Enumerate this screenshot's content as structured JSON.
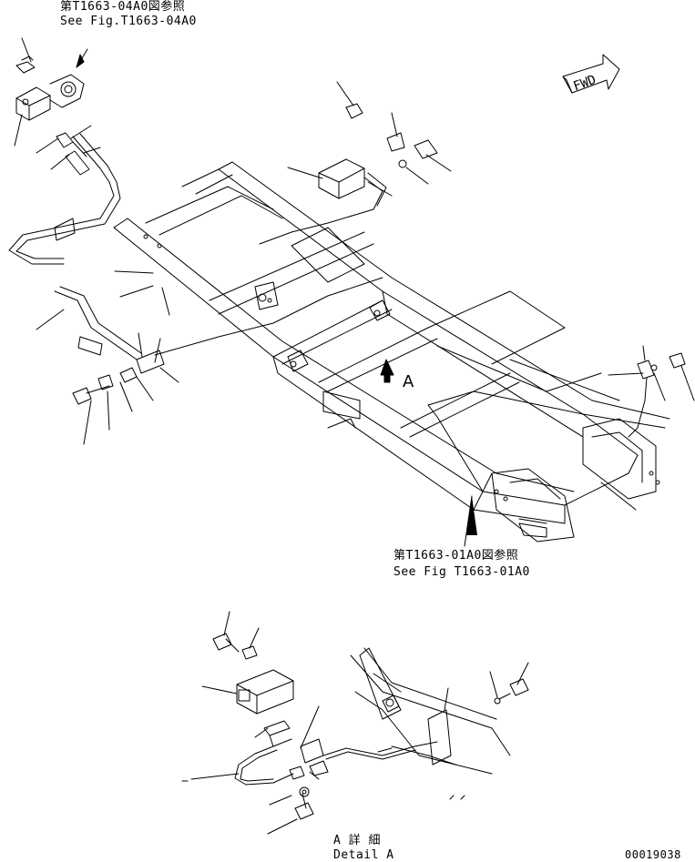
{
  "references": {
    "top": {
      "jp": "第T1663-04A0図参照",
      "en": "See Fig.T1663-04A0"
    },
    "middle": {
      "jp": "第T1663-01A0図参照",
      "en": "See Fig T1663-01A0"
    }
  },
  "direction_marker": {
    "text": "FWD"
  },
  "view_marker": {
    "text": "A"
  },
  "detail": {
    "jp": "A 詳 細",
    "en": "Detail A"
  },
  "drawing_number": "00019038"
}
